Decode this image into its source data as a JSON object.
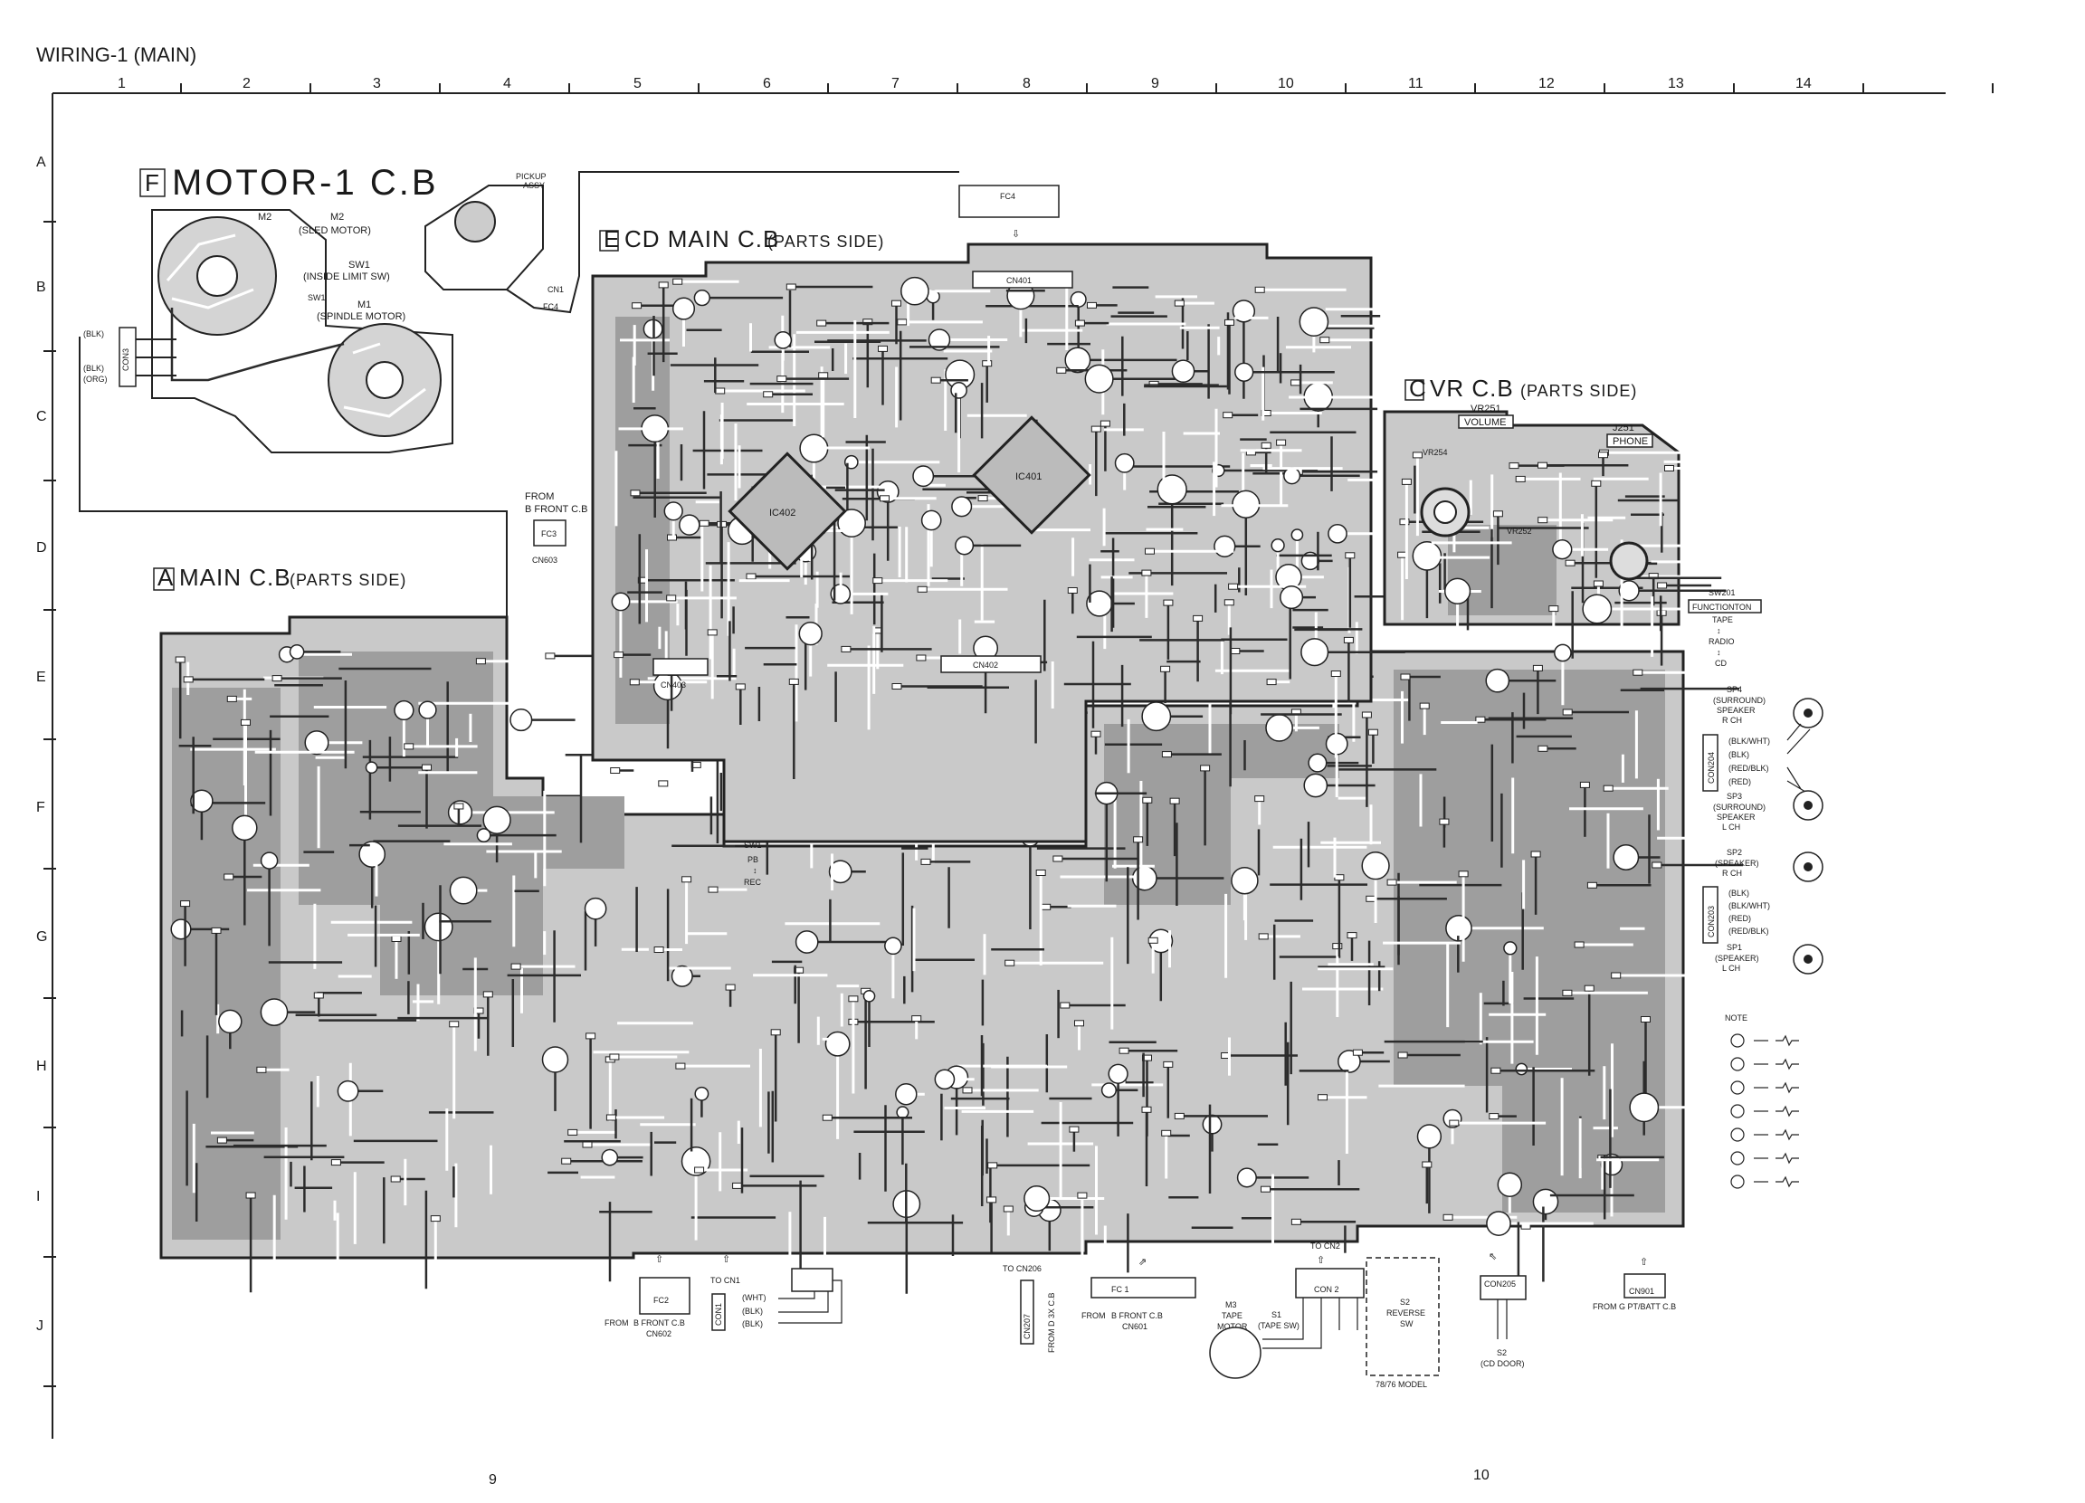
{
  "title": "WIRING-1 (MAIN)",
  "columns": [
    "1",
    "2",
    "3",
    "4",
    "5",
    "6",
    "7",
    "8",
    "9",
    "10",
    "11",
    "12",
    "13",
    "14"
  ],
  "rows": [
    "A",
    "B",
    "C",
    "D",
    "E",
    "F",
    "G",
    "H",
    "I",
    "J"
  ],
  "boards": {
    "motor": {
      "letter": "F",
      "title": "MOTOR-1 C.B"
    },
    "cd_main": {
      "letter": "E",
      "title": "CD MAIN C.B",
      "suffix": "(PARTS SIDE)"
    },
    "vr": {
      "letter": "C",
      "title": "VR C.B",
      "suffix": "(PARTS SIDE)"
    },
    "main": {
      "letter": "A",
      "title": "MAIN C.B",
      "suffix": "(PARTS SIDE)"
    }
  },
  "motor_labels": {
    "m2": "M2",
    "m2_desc": "(SLED MOTOR)",
    "sw1": "SW1",
    "sw1_desc": "(INSIDE LIMIT SW)",
    "m1": "M1",
    "m1_desc": "(SPINDLE MOTOR)",
    "pickup": "PICKUP",
    "assy": "ASSY",
    "cn1": "CN1",
    "fc4": "FC4",
    "con3": "CON3",
    "wire_blk": "(BLK)",
    "wire_blk2": "(BLK)",
    "wire_org": "(ORG)"
  },
  "cd_labels": {
    "fc4": "FC4",
    "from": "FROM",
    "front_cb": "B FRONT C.B",
    "fc3": "FC3",
    "cn603": "CN603",
    "ic402": "IC402",
    "ic401": "IC401",
    "cn401": "CN401",
    "cn402": "CN402",
    "cn403": "CN403"
  },
  "vr_labels": {
    "vr251": "VR251",
    "volume": "VOLUME",
    "j251": "J251",
    "phone": "PHONE",
    "vr254": "VR254",
    "vr252": "VR252"
  },
  "right_labels": {
    "sw201": "SW201",
    "function": "FUNCTIONTON",
    "tape": "TAPE",
    "radio": "RADIO",
    "cd": "CD",
    "sp4": "SP4",
    "sp4_desc1": "(SURROUND)",
    "sp4_desc2": "SPEAKER",
    "sp4_ch": "R CH",
    "sp3": "SP3",
    "sp3_desc1": "(SURROUND)",
    "sp3_desc2": "SPEAKER",
    "sp3_ch": "L CH",
    "sp2": "SP2",
    "sp2_desc": "(SPEAKER)",
    "sp2_ch": "R CH",
    "sp1": "SP1",
    "sp1_desc": "(SPEAKER)",
    "sp1_ch": "L CH",
    "con204": "CON204",
    "con203": "CON203",
    "w1": "(BLK/WHT)",
    "w2": "(BLK)",
    "w3": "(RED/BLK)",
    "w4": "(RED)",
    "w5": "(BLK)",
    "w6": "(BLK/WHT)",
    "w7": "(RED)",
    "w8": "(RED/BLK)",
    "note": "NOTE"
  },
  "center_labels": {
    "sw1": "SW1",
    "pb": "PB",
    "rec": "REC"
  },
  "bottom_labels": {
    "fc2": "FC2",
    "from_fc2": "FROM",
    "front_cb_fc2": "B FRONT C.B",
    "cn602": "CN602",
    "to_cn1": "TO CN1",
    "con1": "CON1",
    "wht": "(WHT)",
    "blk": "(BLK)",
    "blk2": "(BLK)",
    "to_cn206": "TO CN206",
    "cn207": "CN207",
    "from_3x": "FROM D 3X C.B",
    "fc1": "FC 1",
    "from_fc1": "FROM",
    "front_cb_fc1": "B FRONT C.B",
    "cn601": "CN601",
    "to_cn2": "TO CN2",
    "con2": "CON 2",
    "m3": "M3",
    "tape_motor": "TAPE",
    "motor": "MOTOR",
    "s1": "S1",
    "tape_sw": "(TAPE SW)",
    "s2": "S2",
    "reverse": "REVERSE",
    "sw": "SW",
    "model": "78/76 MODEL",
    "con205": "CON205",
    "s2b": "S2",
    "cd_door": "(CD DOOR)",
    "cn901": "CN901",
    "from_pt": "FROM G PT/BATT C.B"
  },
  "page_numbers": {
    "left": "9",
    "right": "10"
  }
}
